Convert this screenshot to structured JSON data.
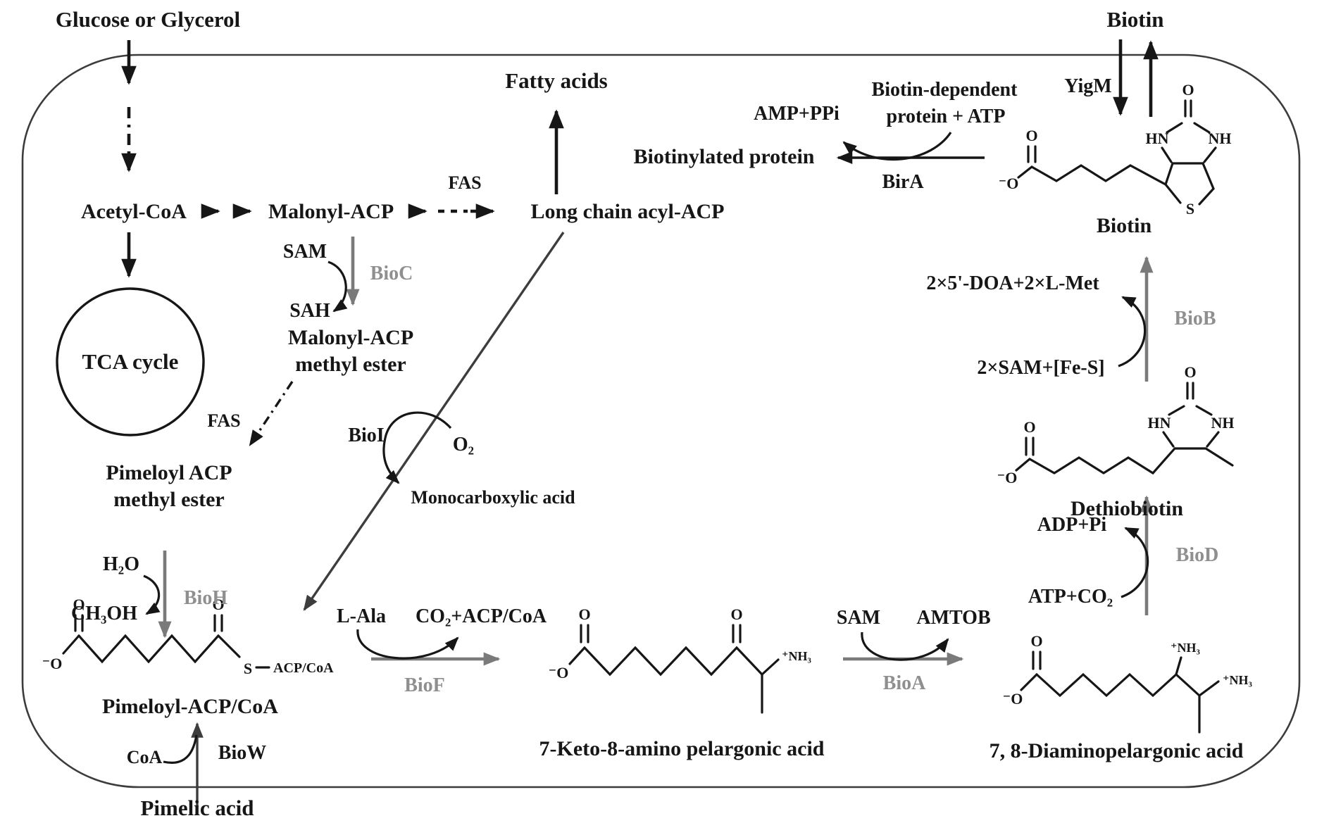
{
  "colors": {
    "ink": "#161616",
    "gray_enzyme": "#8f8f8f",
    "gray_arrow": "#7a7a7a",
    "dark_line": "#3d3d3d",
    "membrane": "#3c3c3c",
    "background": "#ffffff"
  },
  "external": {
    "glucose": "Glucose or Glycerol",
    "biotin_top": "Biotin",
    "pimelic_acid": "Pimelic acid"
  },
  "pathway": {
    "acetyl_coa": "Acetyl-CoA",
    "malonyl_acp": "Malonyl-ACP",
    "long_chain_acyl_acp": "Long chain acyl-ACP",
    "fatty_acids": "Fatty acids",
    "tca_cycle": "TCA cycle",
    "malonyl_acp_methyl_ester_line1": "Malonyl-ACP",
    "malonyl_acp_methyl_ester_line2": "methyl ester",
    "pimeloyl_acp_methyl_ester_line1": "Pimeloyl ACP",
    "pimeloyl_acp_methyl_ester_line2": "methyl ester",
    "monocarboxylic_acid": "Monocarboxylic acid",
    "pimeloyl_acp_coa": "Pimeloyl-ACP/CoA",
    "kapa": "7-Keto-8-amino pelargonic acid",
    "dapa": "7, 8-Diaminopelargonic acid",
    "dethiobiotin": "Dethiobiotin",
    "biotin": "Biotin",
    "biotinylated_protein": "Biotinylated protein"
  },
  "enzymes": {
    "fas_top": "FAS",
    "fas_mid": "FAS",
    "bioc": "BioC",
    "bioh": "BioH",
    "bioi": "BioI",
    "biof": "BioF",
    "bioa": "BioA",
    "biod": "BioD",
    "biob": "BioB",
    "biow": "BioW",
    "bira": "BirA",
    "yigm": "YigM"
  },
  "cofactors": {
    "sam_bioc": "SAM",
    "sah": "SAH",
    "h2o": "H₂O",
    "ch3oh": "CH₃OH",
    "o2": "O₂",
    "l_ala": "L-Ala",
    "co2_acp_coa": "CO₂+ACP/CoA",
    "coa": "CoA",
    "sam_bioa": "SAM",
    "amtob": "AMTOB",
    "atp_co2": "ATP+CO₂",
    "adp_pi": "ADP+Pi",
    "sam_fes": "2×SAM+[Fe-S]",
    "doa_met": "2×5'-DOA+2×L-Met",
    "amp_ppi": "AMP+PPi",
    "biotin_dep_line1": "Biotin-dependent",
    "biotin_dep_line2": "protein + ATP"
  },
  "atoms": {
    "o": "O",
    "o_minus": "⁻O",
    "s": "S",
    "acp_coa": "ACP/CoA",
    "hn": "HN",
    "nh": "NH",
    "nh3": "⁺NH₃"
  }
}
